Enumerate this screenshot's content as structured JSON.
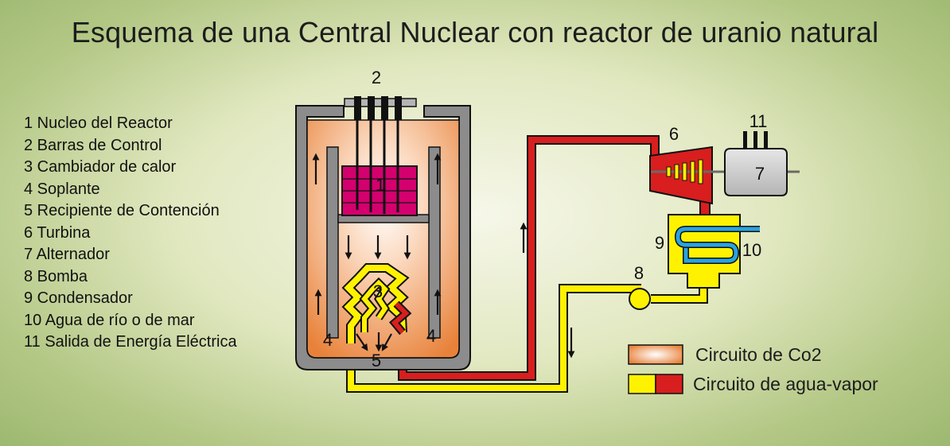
{
  "title": "Esquema de una Central Nuclear con reactor de uranio natural",
  "legend": [
    "1 Nucleo del Reactor",
    "2 Barras de Control",
    "3 Cambiador de calor",
    "4 Soplante",
    "5 Recipiente de Contención",
    "6 Turbina",
    "7 Alternador",
    "8 Bomba",
    "9 Condensador",
    "10 Agua de río o de mar",
    "11 Salida de Energía Eléctrica"
  ],
  "labels": {
    "core": "1",
    "control_rods": "2",
    "heat_exchanger": "3",
    "blower_left": "4",
    "blower_right": "4",
    "containment": "5",
    "turbine": "6",
    "alternator": "7",
    "pump": "8",
    "condenser": "9",
    "river_water": "10",
    "power_output": "11"
  },
  "key": {
    "co2": "Circuito de Co2",
    "water_steam": "Circuito de agua-vapor"
  },
  "colors": {
    "co2": "#e8823a",
    "water": "#fff200",
    "steam": "#d81e1e",
    "core": "#d4006e",
    "cooling_water": "#29a3e0",
    "vessel": "#8c8c8c"
  }
}
